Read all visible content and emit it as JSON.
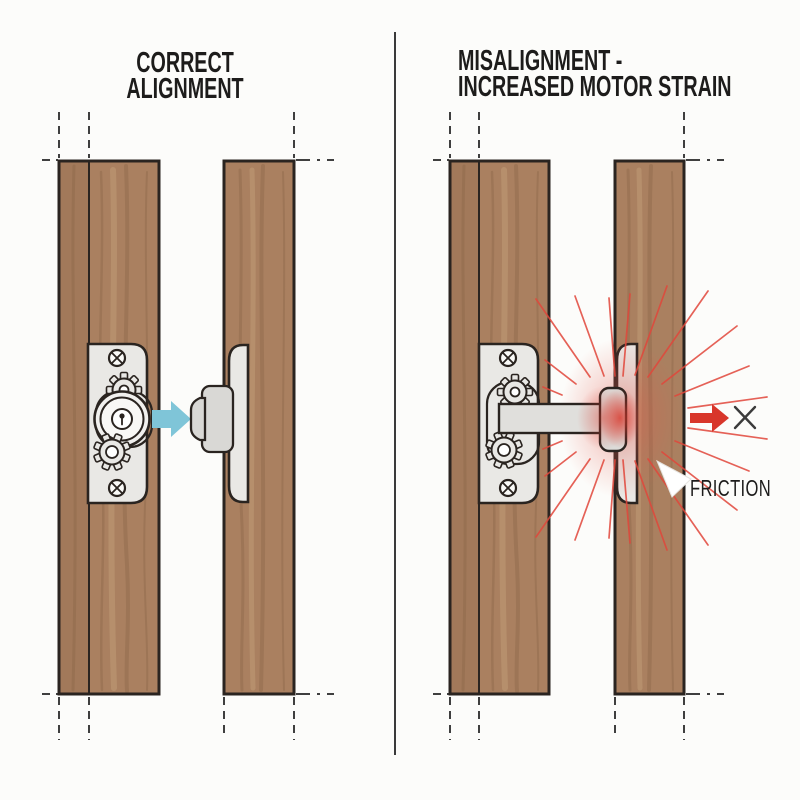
{
  "left_panel": {
    "title_line1": "CORRECT",
    "title_line2": "ALIGNMENT"
  },
  "right_panel": {
    "title_line1": "MISALIGNMENT -",
    "title_line2": "INCREASED MOTOR STRAIN",
    "friction_label": "FRICTION"
  },
  "icons": {
    "blue_arrow": "right-arrow",
    "red_arrow": "right-arrow",
    "x_mark": "✕",
    "friction_burst": "radiating-lines",
    "screw": "phillips-screw",
    "gear": "gear",
    "callout_pointer": "up-left-triangle"
  },
  "colors": {
    "background": "#fcfcfa",
    "wood": "#aa8060",
    "wood_edge": "#a2795a",
    "wood_grain": "#8a6346",
    "wood_grain_light": "#c6a17c",
    "outline": "#2a2420",
    "plate": "#e9e8e5",
    "plate_dark": "#d9d8d5",
    "blue_arrow": "#7fc5d8",
    "red": "#d8362a",
    "burst": "#e1473b",
    "dash": "#3f3f3f",
    "text": "#1d1c1b",
    "divider": "#3a3a3a"
  }
}
